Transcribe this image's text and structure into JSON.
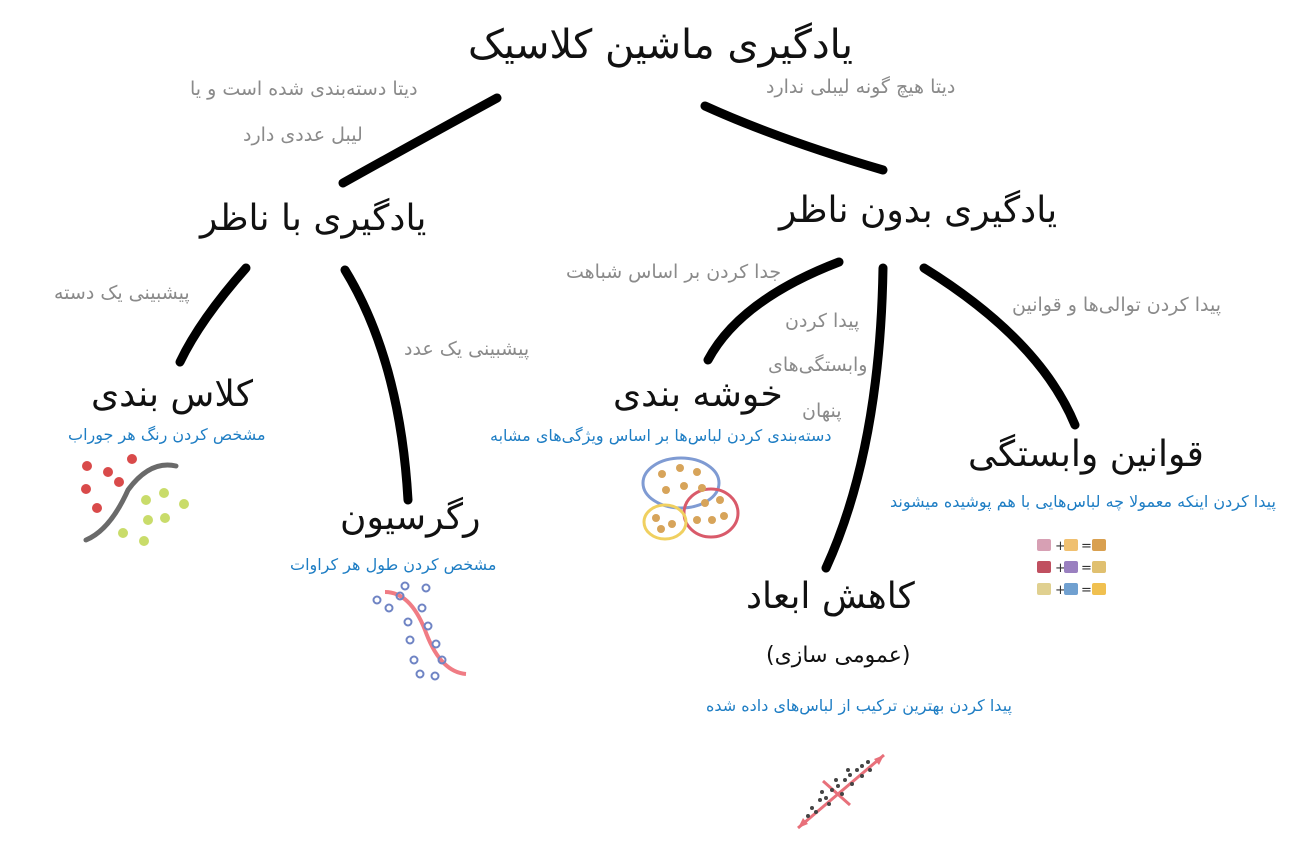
{
  "title": "یادگیری ماشین کلاسیک",
  "branches": {
    "supervised": {
      "label": "یادگیری با ناظر",
      "edge_label_line1": "دیتا دسته‌بندی شده است و یا",
      "edge_label_line2": "لیبل عددی دارد"
    },
    "unsupervised": {
      "label": "یادگیری بدون ناظر",
      "edge_label": "دیتا هیچ گونه لیبلی ندارد"
    }
  },
  "leaves": {
    "classification": {
      "label": "کلاس بندی",
      "edge_label": "پیشبینی یک دسته",
      "description": "مشخص کردن رنگ هر جوراب"
    },
    "regression": {
      "label": "رگرسیون",
      "edge_label": "پیشبینی یک عدد",
      "description": "مشخص کردن طول هر کراوات"
    },
    "clustering": {
      "label": "خوشه بندی",
      "edge_label": "جدا کردن بر اساس شباهت",
      "description": "دسته‌بندی کردن لباس‌ها بر اساس ویژگی‌های مشابه"
    },
    "dimensionality_reduction": {
      "label": "کاهش ابعاد",
      "sublabel": "(عمومی سازی)",
      "edge_label_line1": "پیدا کردن",
      "edge_label_line2": "وابستگی‌های",
      "edge_label_line3": "پنهان",
      "description": "پیدا کردن بهترین ترکیب از لباس‌های داده شده"
    },
    "association_rules": {
      "label": "قوانین وابستگی",
      "edge_label": "پیدا کردن توالی‌ها و قوانین",
      "description": "پیدا کردن اینکه معمولا چه لباس‌هایی با هم پوشیده میشوند"
    }
  },
  "colors": {
    "node_text": "#111111",
    "edge_label_text": "#8a8a8a",
    "description_text": "#1f7ec4",
    "connector": "#000000",
    "curve_accent": "#f07c84",
    "point_blue": "#6f84c4",
    "point_green": "#c9dc6a",
    "point_red": "#d94a4a",
    "cluster_blue": "#7f9bd3",
    "cluster_red": "#d95a6a",
    "cluster_yellow": "#f0d060"
  },
  "icons": [
    "classification-scatter-icon",
    "regression-curve-icon",
    "cluster-groups-icon",
    "association-emoji-icon",
    "dimension-reduction-icon"
  ]
}
